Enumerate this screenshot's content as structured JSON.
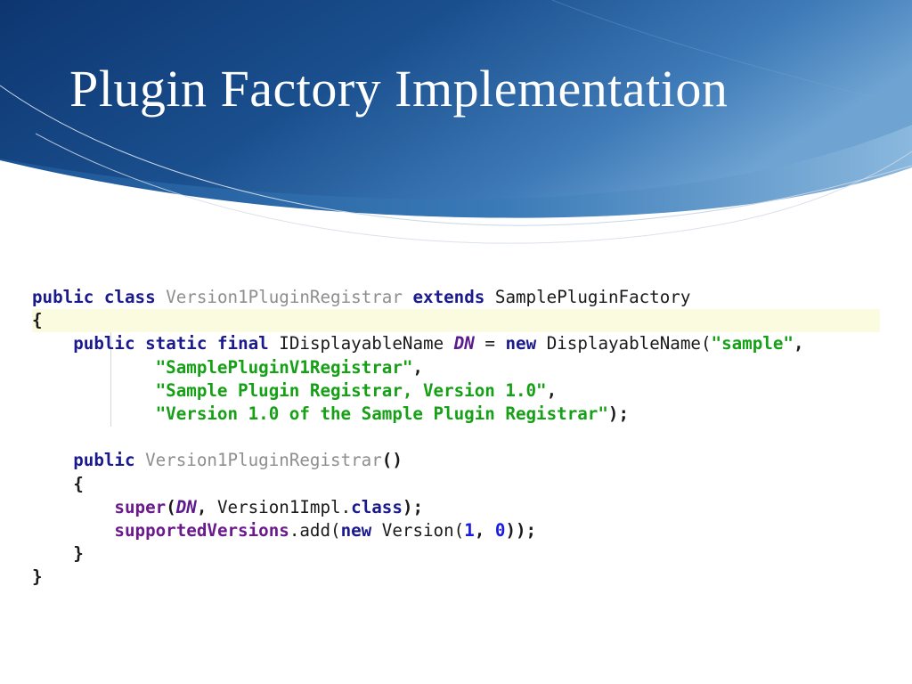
{
  "slide": {
    "title": "Plugin Factory Implementation",
    "colors": {
      "header_dark": "#0f3e78",
      "header_mid": "#2c6aa8",
      "header_light": "#5f96c8",
      "keyword": "#1a1a8c",
      "string": "#16a016",
      "number": "#1b1be0",
      "identifier_grey": "#8e8e8e",
      "highlight_line": "#fbfbe0"
    }
  },
  "code": {
    "t": {
      "public": "public",
      "class": "class",
      "static": "static",
      "final": "final",
      "new": "new",
      "extends": "extends",
      "super": "super",
      "class_member": "class",
      "class_name": "Version1PluginRegistrar",
      "base_class": "SamplePluginFactory",
      "open_brace": "{",
      "close_brace": "}",
      "field_type": "IDisplayableName",
      "field_name": "DN",
      "eq": " = ",
      "ctor_type": "DisplayableName(",
      "str1": "\"sample\"",
      "str2": "\"SamplePluginV1Registrar\"",
      "str3": "\"Sample Plugin Registrar, Version 1.0\"",
      "str4": "\"Version 1.0 of the Sample Plugin Registrar\"",
      "comma": ",",
      "close_stmt": ");",
      "ctor_parens": "()",
      "open_paren": "(",
      "comma_space": ", ",
      "impl_class": "Version1Impl.",
      "field_supported": "supportedVersions",
      "add_call": ".add(",
      "version_ctor": "Version(",
      "num1": "1",
      "num0": "0",
      "close_double": "));"
    }
  }
}
